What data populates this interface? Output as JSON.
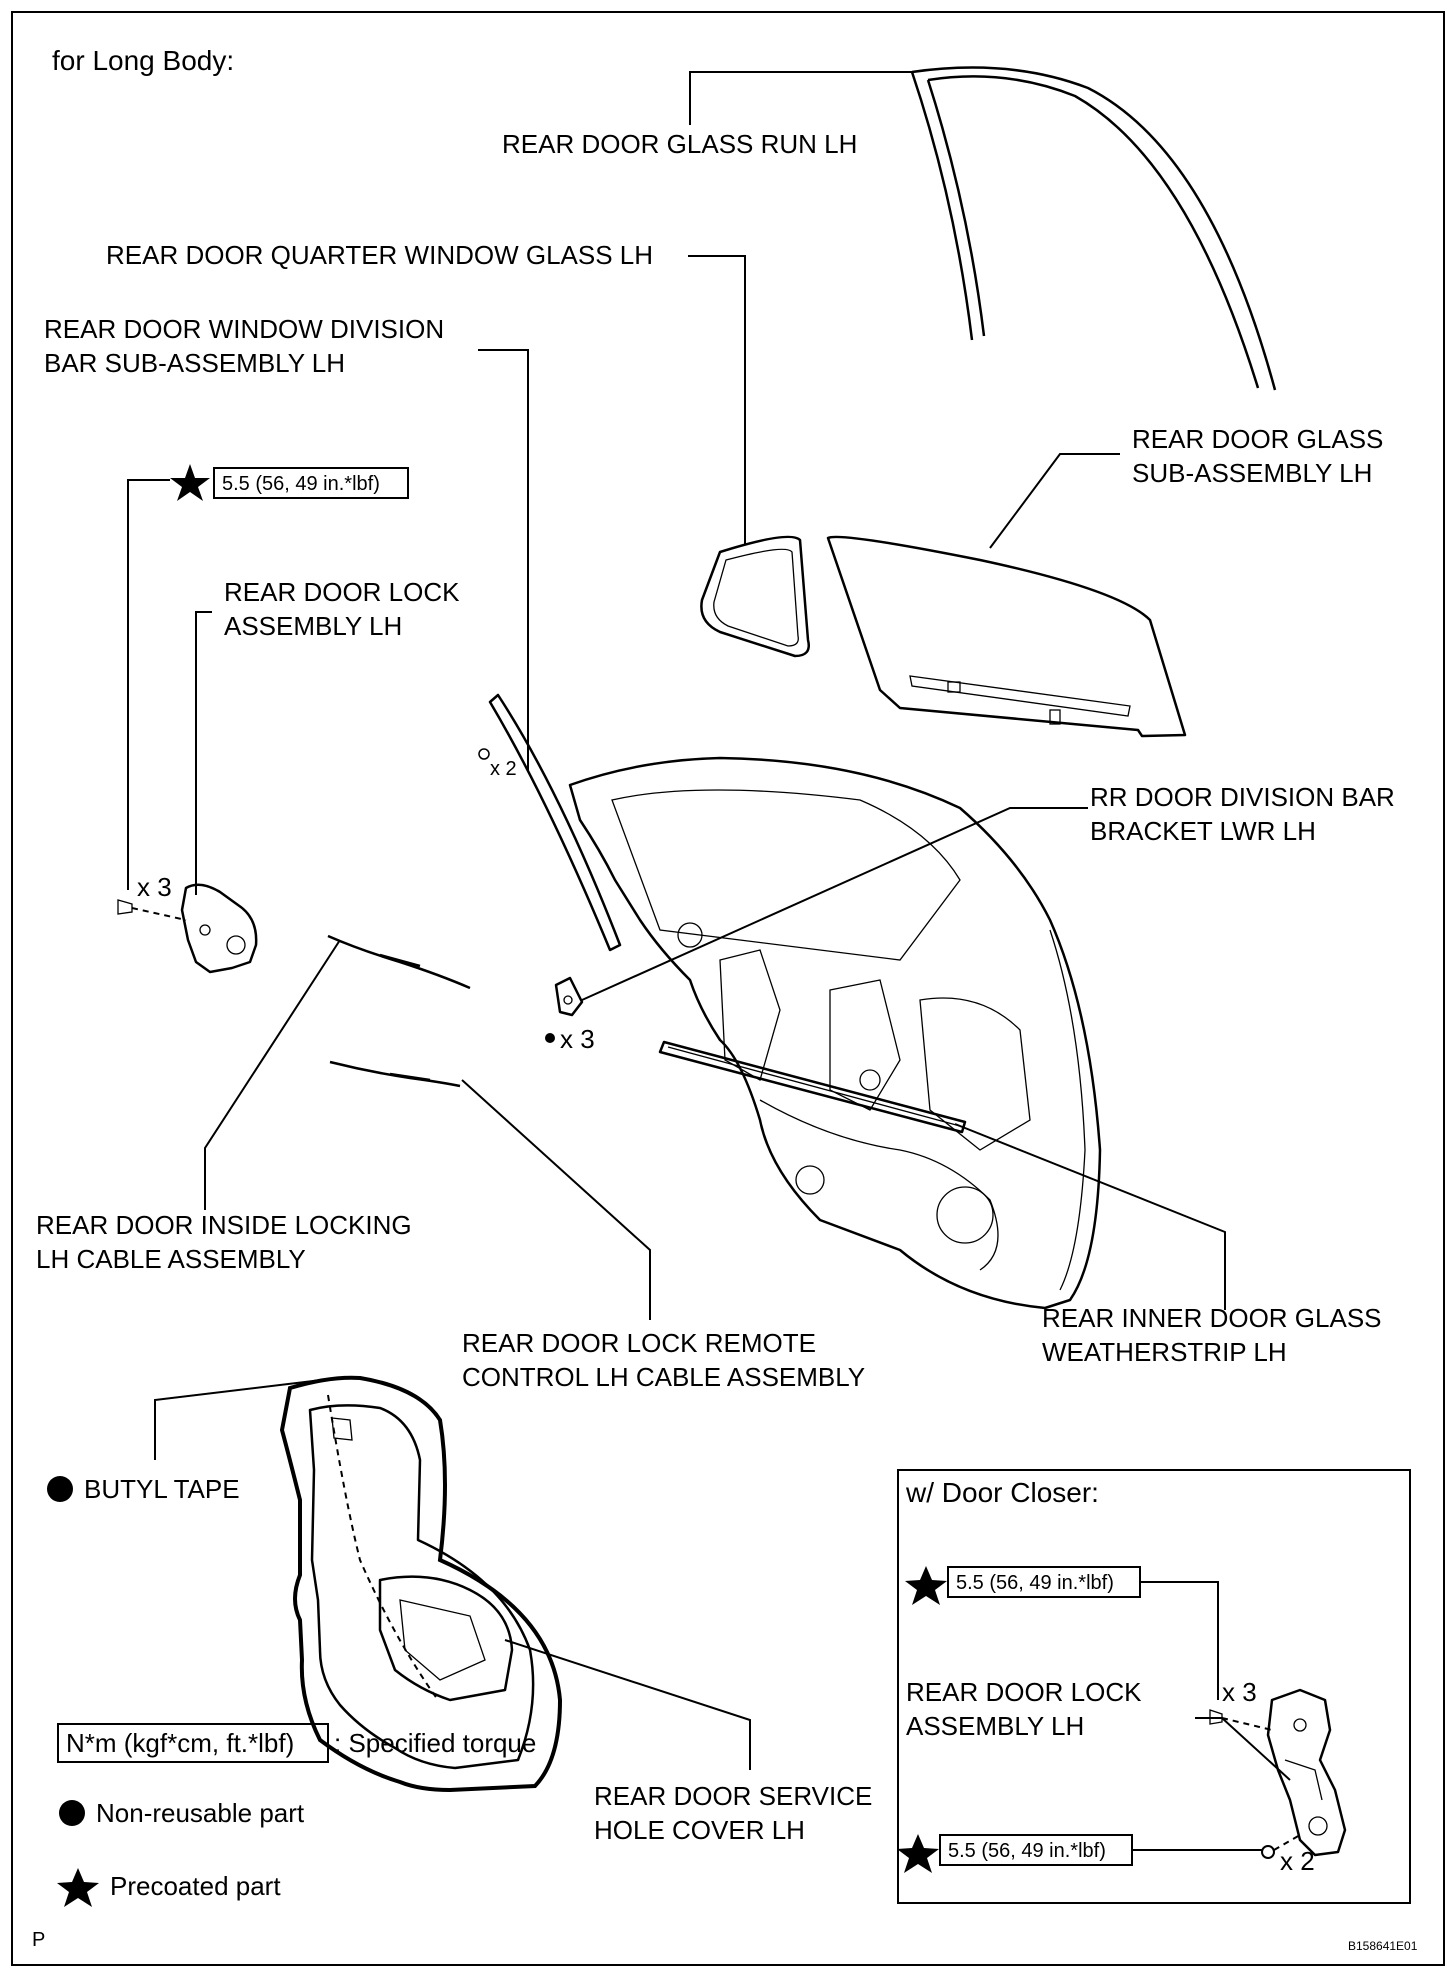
{
  "diagram": {
    "heading": "for Long Body:",
    "labels": {
      "glass_run": "REAR DOOR GLASS RUN LH",
      "quarter_glass": "REAR DOOR QUARTER WINDOW GLASS LH",
      "division_bar_1": "REAR DOOR WINDOW DIVISION",
      "division_bar_2": "BAR SUB-ASSEMBLY LH",
      "door_glass_1": "REAR DOOR GLASS",
      "door_glass_2": "SUB-ASSEMBLY LH",
      "lock_1": "REAR DOOR LOCK",
      "lock_2": "ASSEMBLY LH",
      "bracket_1": "RR DOOR DIVISION BAR",
      "bracket_2": "BRACKET LWR LH",
      "inside_cable_1": "REAR DOOR INSIDE LOCKING",
      "inside_cable_2": "LH CABLE ASSEMBLY",
      "remote_cable_1": "REAR DOOR LOCK REMOTE",
      "remote_cable_2": "CONTROL LH CABLE ASSEMBLY",
      "weatherstrip_1": "REAR INNER DOOR GLASS",
      "weatherstrip_2": "WEATHERSTRIP LH",
      "butyl_tape": "BUTYL TAPE",
      "hole_cover_1": "REAR DOOR SERVICE",
      "hole_cover_2": "HOLE COVER LH"
    },
    "quantities": {
      "lock_screws": "x 3",
      "division_nuts": "x 2",
      "bracket_bolts": "x 3"
    },
    "torque_main": "5.5 (56, 49 in.*lbf)",
    "legend": {
      "torque_box": "N*m (kgf*cm, ft.*lbf)",
      "torque_text": ": Specified torque",
      "non_reusable": "Non-reusable part",
      "precoated": "Precoated part"
    },
    "inset": {
      "title": "w/ Door Closer:",
      "torque_upper": "5.5 (56, 49 in.*lbf)",
      "torque_lower": "5.5 (56, 49 in.*lbf)",
      "lock_1": "REAR DOOR LOCK",
      "lock_2": "ASSEMBLY LH",
      "qty_screws": "x 3",
      "qty_bolts": "x 2"
    },
    "footer_left": "P",
    "figure_code": "B158641E01"
  }
}
